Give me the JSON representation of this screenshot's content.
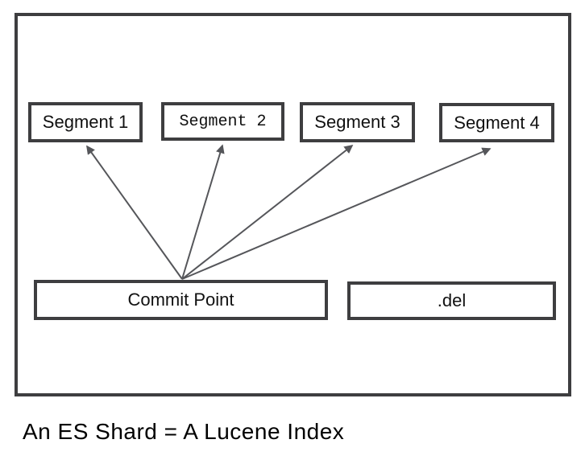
{
  "diagram": {
    "caption": "An ES Shard = A Lucene Index",
    "segments": [
      {
        "label": "Segment 1"
      },
      {
        "label": "Segment 2"
      },
      {
        "label": "Segment 3"
      },
      {
        "label": "Segment 4"
      }
    ],
    "commit_point": {
      "label": "Commit Point"
    },
    "del_file": {
      "label": ".del"
    },
    "colors": {
      "box_border": "#3e3e40",
      "arrow": "#55565a",
      "text": "#111111",
      "background": "#ffffff"
    }
  }
}
